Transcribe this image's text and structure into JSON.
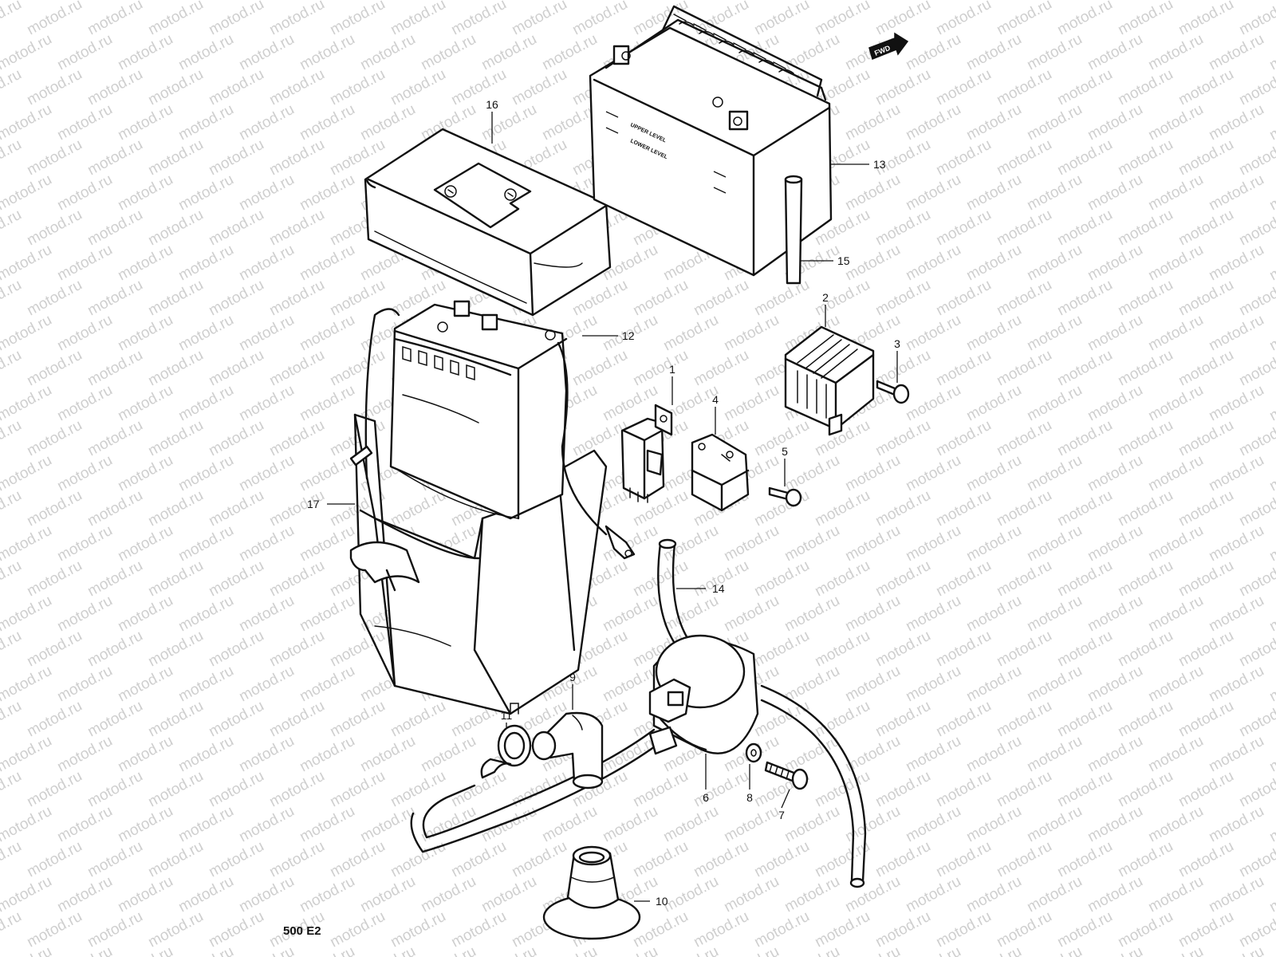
{
  "watermark": "motod.ru",
  "direction_badge": "FWD",
  "diagram_code": "500 E2",
  "battery_labels": {
    "upper": "UPPER LEVEL",
    "lower": "LOWER LEVEL"
  },
  "callouts": [
    {
      "id": "1",
      "label": "1"
    },
    {
      "id": "2",
      "label": "2"
    },
    {
      "id": "3",
      "label": "3"
    },
    {
      "id": "4",
      "label": "4"
    },
    {
      "id": "5",
      "label": "5"
    },
    {
      "id": "6",
      "label": "6"
    },
    {
      "id": "7",
      "label": "7"
    },
    {
      "id": "8",
      "label": "8"
    },
    {
      "id": "9",
      "label": "9"
    },
    {
      "id": "10",
      "label": "10"
    },
    {
      "id": "11",
      "label": "11"
    },
    {
      "id": "12",
      "label": "12"
    },
    {
      "id": "13",
      "label": "13"
    },
    {
      "id": "14",
      "label": "14"
    },
    {
      "id": "15",
      "label": "15"
    },
    {
      "id": "16",
      "label": "16"
    },
    {
      "id": "17",
      "label": "17"
    }
  ]
}
